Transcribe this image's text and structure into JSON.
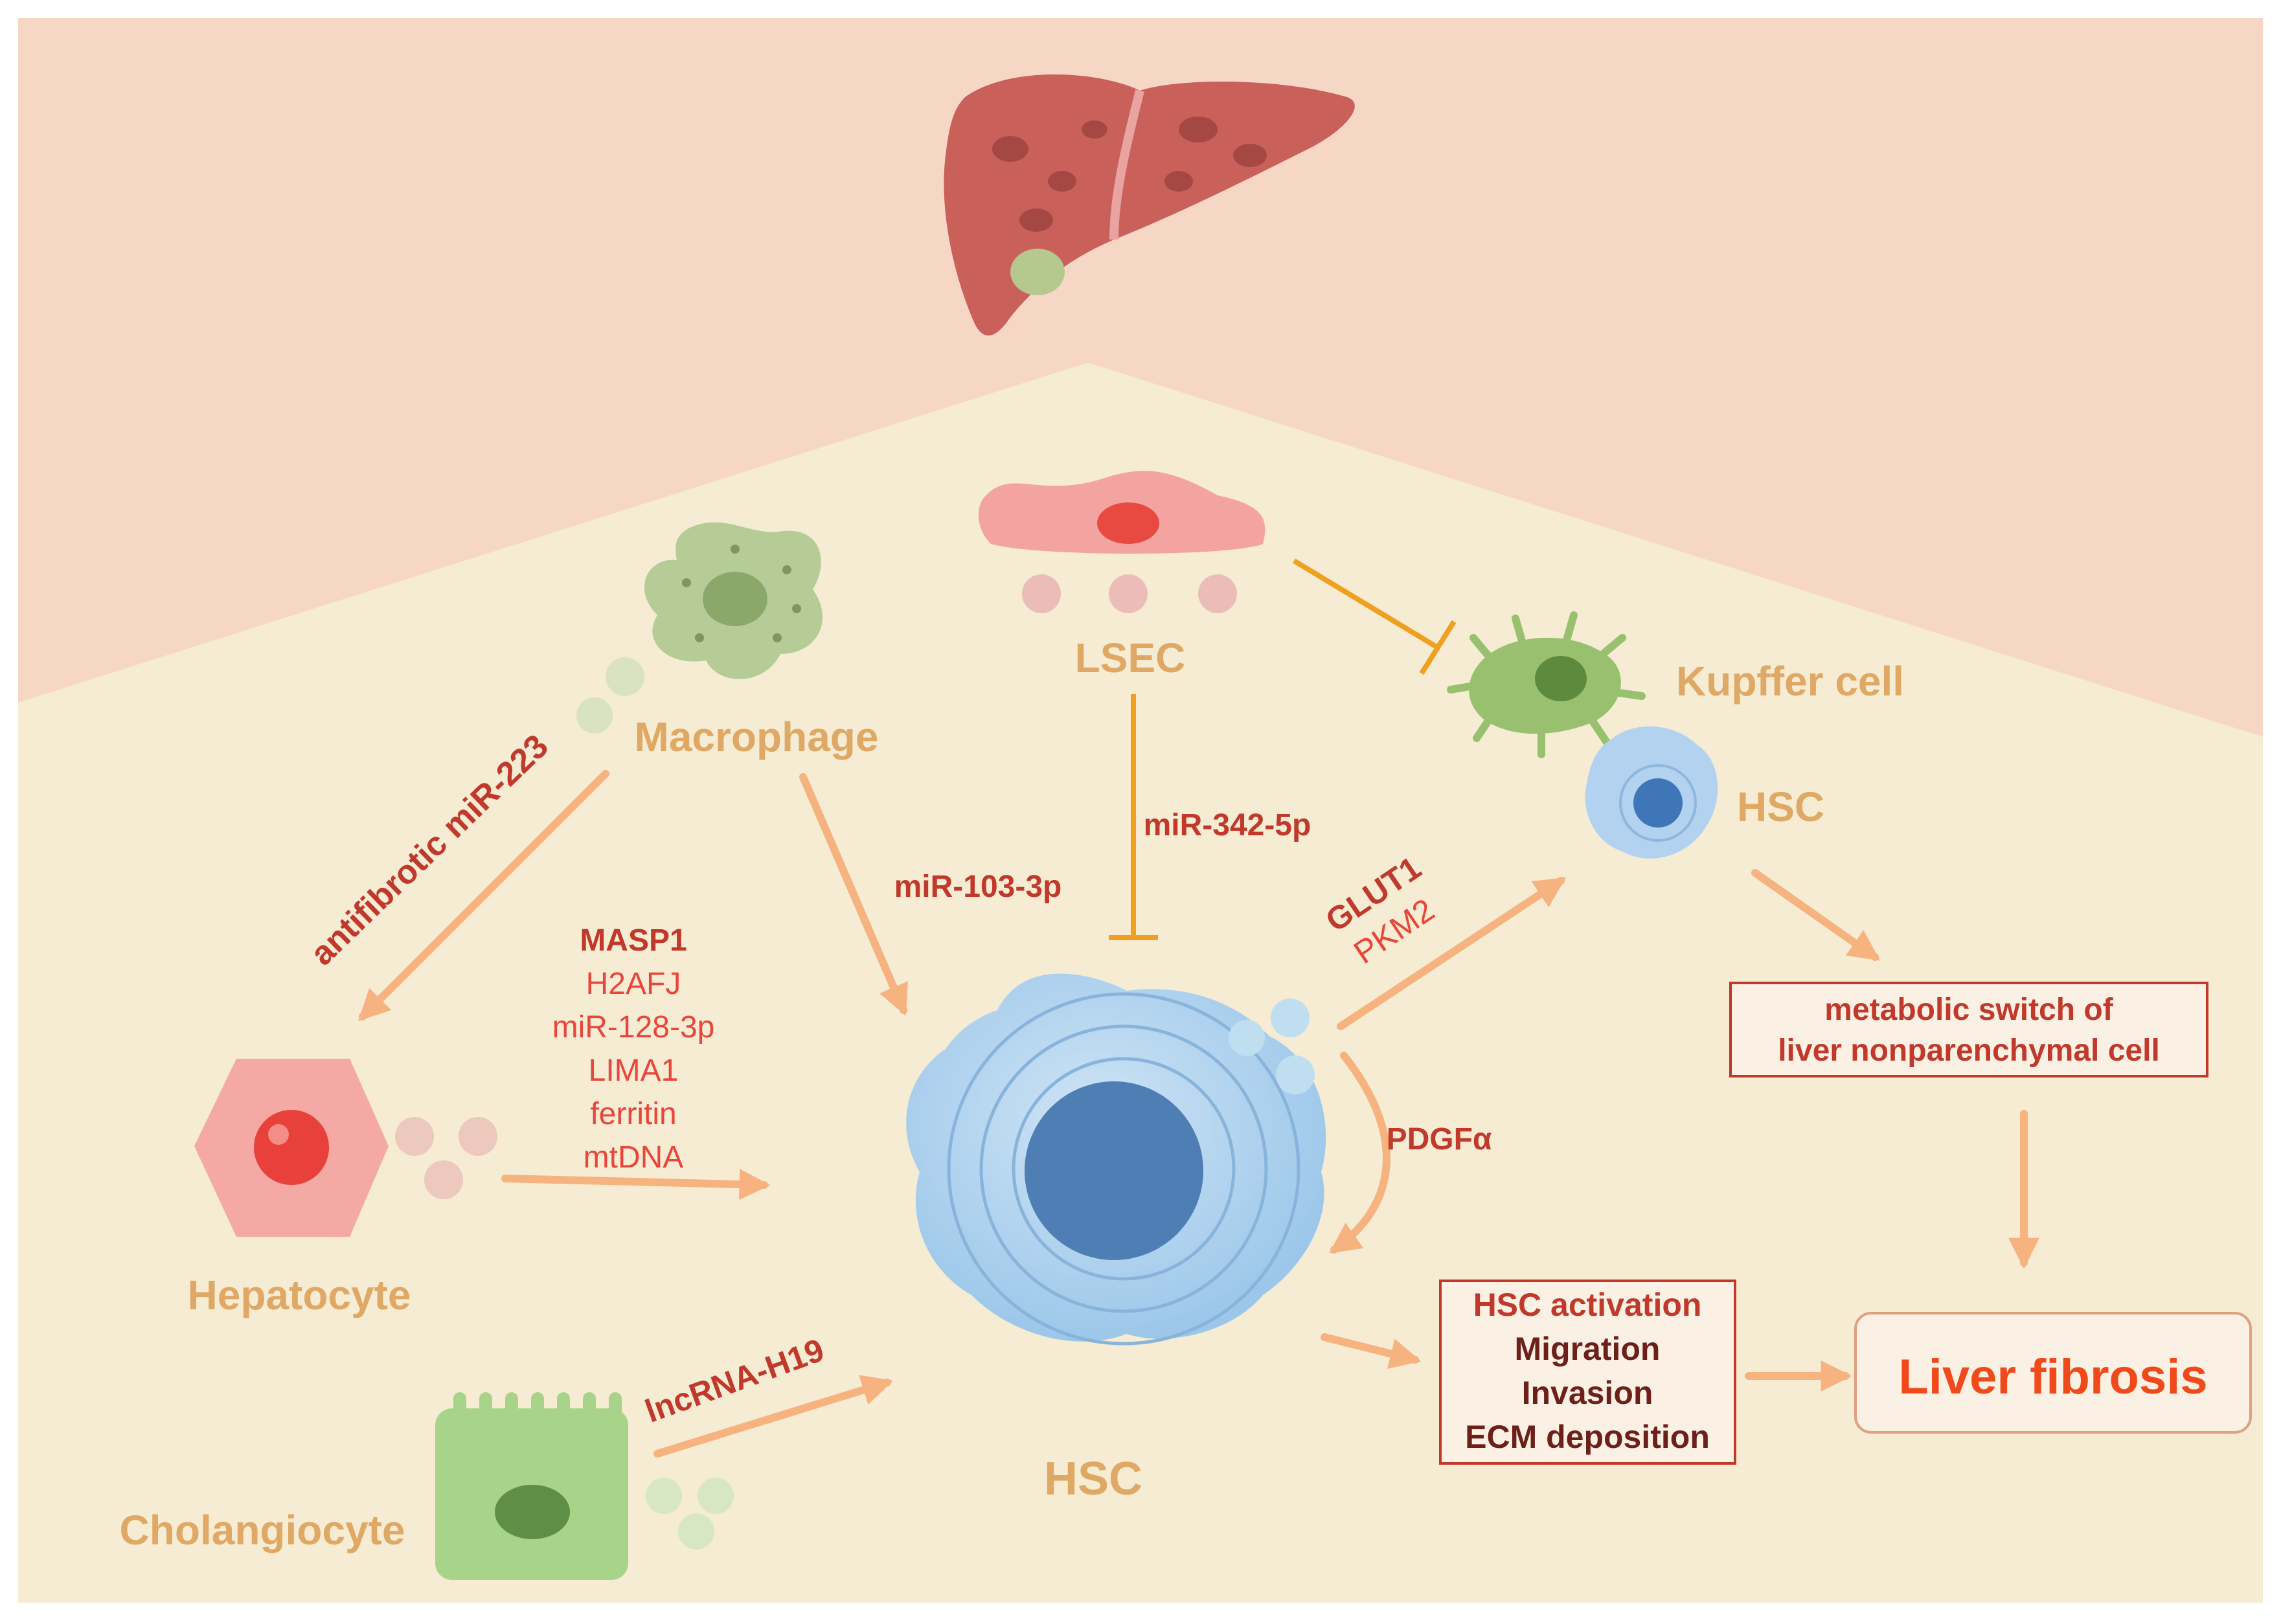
{
  "colors": {
    "top_bg": "#f6d7c6",
    "bottom_bg": "#f5ecd3",
    "arrow": "#f6b27f",
    "inhibit": "#f0a020",
    "cell_label": "#e0a865",
    "text_red": "#c0392b",
    "text_red_light": "#e8463a",
    "box_border": "#c0392b"
  },
  "cells": {
    "macrophage": "Macrophage",
    "lsec": "LSEC",
    "kupffer": "Kupffer cell",
    "hsc_small": "HSC",
    "hepatocyte": "Hepatocyte",
    "cholangiocyte": "Cholangiocyte",
    "hsc_main": "HSC"
  },
  "mediators": {
    "antifibrotic": "antifibrotic miR-223",
    "mir103": "miR-103-3p",
    "mir342": "miR-342-5p",
    "glut1": "GLUT1",
    "pkm2": "PKM2",
    "pdgf": "PDGFα",
    "lncrna": "lncRNA-H19",
    "hepatocyte_list": [
      "MASP1",
      "H2AFJ",
      "miR-128-3p",
      "LIMA1",
      "ferritin",
      "mtDNA"
    ]
  },
  "boxes": {
    "metabolic": [
      "metabolic switch of",
      "liver nonparenchymal cell"
    ],
    "activation": [
      "HSC activation",
      "Migration",
      "Invasion",
      "ECM deposition"
    ],
    "fibrosis": "Liver fibrosis"
  }
}
